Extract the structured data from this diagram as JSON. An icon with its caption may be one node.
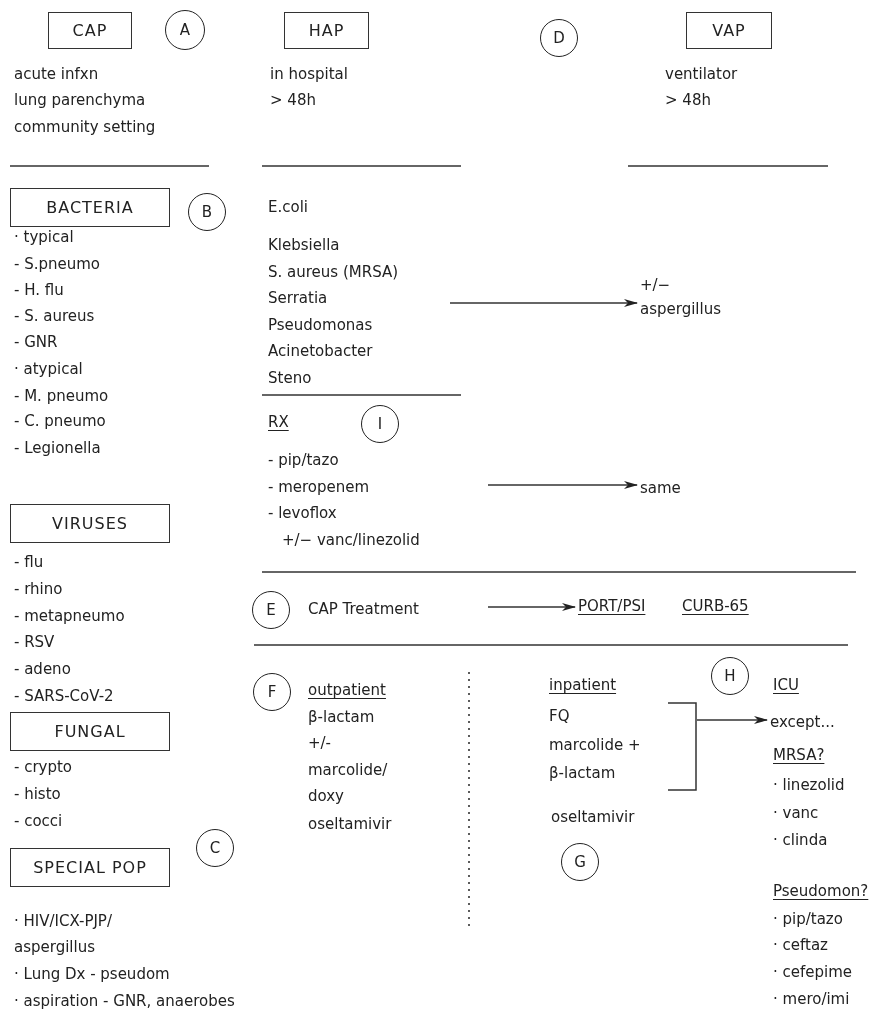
{
  "diagram": {
    "nodes": [
      {
        "text": [
          "CAP"
        ]
      },
      {
        "text": [
          "A"
        ]
      },
      {
        "text": [
          "HAP"
        ]
      },
      {
        "text": [
          "D"
        ]
      },
      {
        "text": [
          "VAP"
        ]
      },
      {
        "text": [
          "BACTERIA"
        ]
      },
      {
        "text": [
          "B"
        ]
      },
      {
        "text": [
          "E.coli",
          "Klebsiella",
          "S. aureus (MRSA)",
          "Serratia",
          "Pseudomonas",
          "Acinetobacter",
          "Steno"
        ]
      },
      {
        "text": [
          "+/− aspergillus"
        ]
      },
      {
        "text": [
          "RX",
          "- pip/tazo",
          "- meropenem",
          "- levoflox",
          "+/− vanc/linezolid"
        ]
      },
      {
        "text": [
          "I"
        ]
      },
      {
        "text": [
          "same"
        ]
      },
      {
        "text": [
          "VIRUSES"
        ]
      },
      {
        "text": [
          "E"
        ]
      },
      {
        "text": [
          "CAP Treatment"
        ]
      },
      {
        "text": [
          "PORT/PSI",
          "CURB-65"
        ]
      },
      {
        "text": [
          "FUNGAL"
        ]
      },
      {
        "text": [
          "F"
        ]
      },
      {
        "text": [
          "inpatient",
          "FQ",
          "marcolide + β-lactam"
        ]
      },
      {
        "text": [
          "H"
        ]
      },
      {
        "text": [
          "except..."
        ]
      },
      {
        "text": [
          "C"
        ]
      },
      {
        "text": [
          "SPECIAL POP"
        ]
      },
      {
        "text": [
          "G"
        ]
      }
    ],
    "edges": [
      {
        "from": 7,
        "to": 8,
        "arrow": "to"
      },
      {
        "from": 9,
        "to": 11,
        "arrow": "to"
      },
      {
        "from": 14,
        "to": 15,
        "arrow": "to"
      },
      {
        "from": 18,
        "to": 20,
        "arrow": "to"
      }
    ],
    "labels": [
      "acute infxn",
      "lung parenchyma",
      "community setting",
      "in hospital",
      "> 48h",
      "ventilator",
      "> 48h",
      "· typical",
      "- S.pneumo",
      "- H. flu",
      "- S. aureus",
      "- GNR",
      "· atypical",
      "- M. pneumo",
      "- C. pneumo",
      "- Legionella",
      "- flu",
      "- rhino",
      "- metapneumo",
      "- RSV",
      "- adeno",
      "- SARS-CoV-2",
      "- crypto",
      "- histo",
      "- cocci",
      "· HIV/ICX-PJP/ aspergillus",
      "· Lung Dx - pseudom",
      "· aspiration - GNR, anaerobes",
      "outpatient",
      "β-lactam",
      "+/-",
      "marcolide/ doxy",
      "oseltamivir",
      "oseltamivir",
      "ICU",
      "MRSA?",
      "· linezolid",
      "· vanc",
      "· clinda",
      "Pseudomon?",
      "· pip/tazo",
      "· ceftaz",
      "· cefepime",
      "· mero/imi"
    ]
  }
}
